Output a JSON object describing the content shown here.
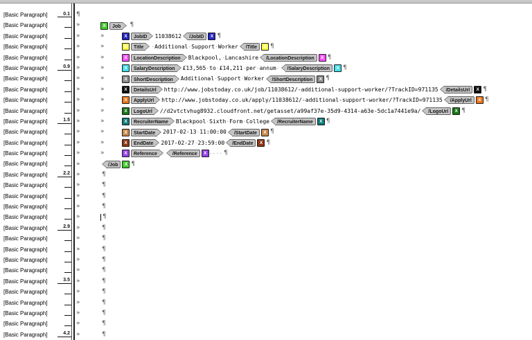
{
  "left_panel": {
    "style_label": "[Basic Paragraph]"
  },
  "ruler": {
    "marks": [
      {
        "row": 1,
        "label": "0.1"
      },
      {
        "row": 6,
        "label": "0.9"
      },
      {
        "row": 11,
        "label": "1.5"
      },
      {
        "row": 16,
        "label": "2.2"
      },
      {
        "row": 21,
        "label": "2.9"
      },
      {
        "row": 26,
        "label": "3.5"
      },
      {
        "row": 31,
        "label": "4.2"
      }
    ]
  },
  "markers": {
    "pilcrow": "¶",
    "indent": "»",
    "space_dot": "·",
    "x_glyph": "X",
    "close_prefix": "/"
  },
  "document": {
    "root_tag": {
      "name": "Job",
      "color": "#43cc2b"
    },
    "fields": [
      {
        "name": "JobID",
        "color": "#2424c4",
        "value": "11038612"
      },
      {
        "name": "Title",
        "color": "#ffff4d",
        "value": " Additional Support Worker"
      },
      {
        "name": "LocationDescription",
        "color": "#ff4dff",
        "value": "Blackpool, Lancashire"
      },
      {
        "name": "SalaryDescription",
        "color": "#40dde8",
        "value": "£13,565 to £14,211 per annum "
      },
      {
        "name": "ShortDescription",
        "color": "#8a8a8a",
        "value": "Additional Support Worker"
      },
      {
        "name": "DetailsUrl",
        "color": "#0d0d0d",
        "value": "http://www.jobstoday.co.uk/job/11038612/-additional-support-worker/?TrackID=971135"
      },
      {
        "name": "ApplyUrl",
        "color": "#ec7519",
        "value": "http://www.jobstoday.co.uk/apply/11038612/-additional-support-worker/?TrackID=971135"
      },
      {
        "name": "LogoUrl",
        "color": "#147614",
        "value": "//d2vtctvhug8932.cloudfront.net/getasset/a99af37e-35d9-4314-a63e-5dc1a7441e9a/"
      },
      {
        "name": "RecruiterName",
        "color": "#0f7a7a",
        "value": "Blackpool Sixth Form College"
      },
      {
        "name": "StartDate",
        "color": "#c8884b",
        "value": "2017-02-13 11:00:00"
      },
      {
        "name": "EndDate",
        "color": "#8e3612",
        "value": "2017-02-27 23:59:00"
      },
      {
        "name": "Reference",
        "color": "#9340e8",
        "value": "",
        "trailing": "    "
      }
    ],
    "empty_row_count": 16,
    "cursor_empty_row_index": 4
  },
  "colors": {
    "bubble_fill": "#c5c5c5",
    "bubble_border": "#636363",
    "ruler_line": "#1d1d1d",
    "top_strip": "#c9c9c9",
    "background": "#ffffff"
  }
}
